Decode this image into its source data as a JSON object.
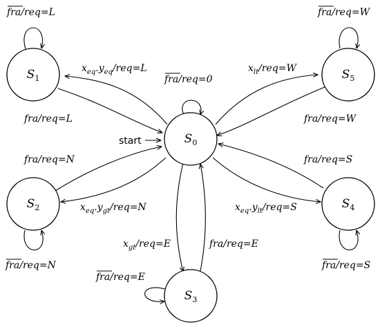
{
  "start_label": "start",
  "states": {
    "s0": {
      "letter": "S",
      "index": "0"
    },
    "s1": {
      "letter": "S",
      "index": "1"
    },
    "s2": {
      "letter": "S",
      "index": "2"
    },
    "s3": {
      "letter": "S",
      "index": "3"
    },
    "s4": {
      "letter": "S",
      "index": "4"
    },
    "s5": {
      "letter": "S",
      "index": "5"
    }
  },
  "transitions": {
    "s0_self": {
      "cond": "fra",
      "sep": "/",
      "out": "req=0"
    },
    "s1_self": {
      "cond": "fra",
      "sep": "/",
      "out": "req=L"
    },
    "s2_self": {
      "cond": "fra",
      "sep": "/",
      "out": "req=N"
    },
    "s3_self": {
      "cond": "fra",
      "sep": "/",
      "out": "req=E"
    },
    "s4_self": {
      "cond": "fra",
      "sep": "/",
      "out": "req=S"
    },
    "s5_self": {
      "cond": "fra",
      "sep": "/",
      "out": "req=W"
    },
    "s0_to_s1": {
      "x": "x",
      "x_sub": "eq",
      "dot": ".",
      "y": "y",
      "y_sub": "eq",
      "rest": "/req=L"
    },
    "s1_to_s0": {
      "text": "fra/req=L"
    },
    "s0_to_s5": {
      "x": "x",
      "x_sub": "lt",
      "rest": "/req=W"
    },
    "s5_to_s0": {
      "text": "fra/req=W"
    },
    "s2_to_s0": {
      "text": "fra/req=N"
    },
    "s0_to_s2": {
      "x": "x",
      "x_sub": "eq",
      "dot": ".",
      "y": "y",
      "y_sub": "gt",
      "rest": "/req=N"
    },
    "s4_to_s0": {
      "text": "fra/req=S"
    },
    "s0_to_s4": {
      "x": "x",
      "x_sub": "eq",
      "dot": ".",
      "y": "y",
      "y_sub": "lt",
      "rest": "/req=S"
    },
    "s0_to_s3": {
      "x": "x",
      "x_sub": "gt",
      "rest": "/req=E"
    },
    "s3_to_s0": {
      "text": "fra/req=E"
    }
  }
}
